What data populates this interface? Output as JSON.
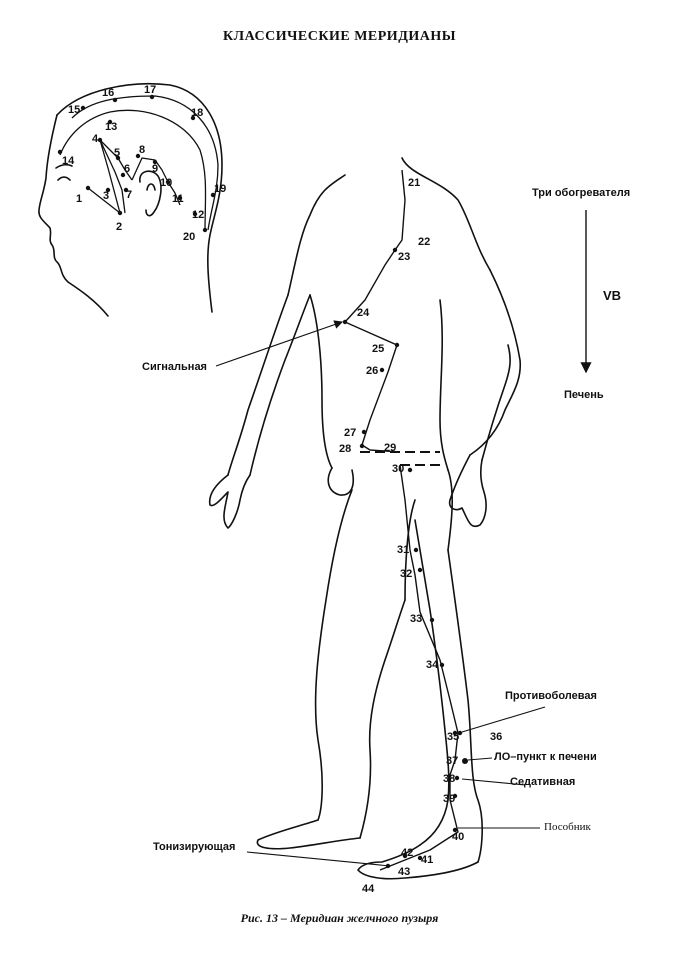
{
  "title": "КЛАССИЧЕСКИЕ МЕРИДИАНЫ",
  "caption": "Рис. 13 – Меридиан желчного пузыря",
  "flow": {
    "from": "Три обогревателя",
    "meridian": "VB",
    "to": "Печень"
  },
  "labels": {
    "signal": "Сигнальная",
    "antipain": "Противоболевая",
    "lo_point": "ЛО–пункт к печени",
    "sedative": "Седативная",
    "helper": "Пособник",
    "tonic": "Тонизирующая"
  },
  "points": {
    "p1": "1",
    "p2": "2",
    "p3": "3",
    "p4": "4",
    "p5": "5",
    "p6": "6",
    "p7": "7",
    "p8": "8",
    "p9": "9",
    "p10": "10",
    "p11": "11",
    "p12": "12",
    "p13": "13",
    "p14": "14",
    "p15": "15",
    "p16": "16",
    "p17": "17",
    "p18": "18",
    "p19": "19",
    "p20": "20",
    "p21": "21",
    "p22": "22",
    "p23": "23",
    "p24": "24",
    "p25": "25",
    "p26": "26",
    "p27": "27",
    "p28": "28",
    "p29": "29",
    "p30": "30",
    "p31": "31",
    "p32": "32",
    "p33": "33",
    "p34": "34",
    "p35": "35",
    "p36": "36",
    "p37": "37",
    "p38": "38",
    "p39": "39",
    "p40": "40",
    "p41": "41",
    "p42": "42",
    "p43": "43",
    "p44": "44"
  }
}
